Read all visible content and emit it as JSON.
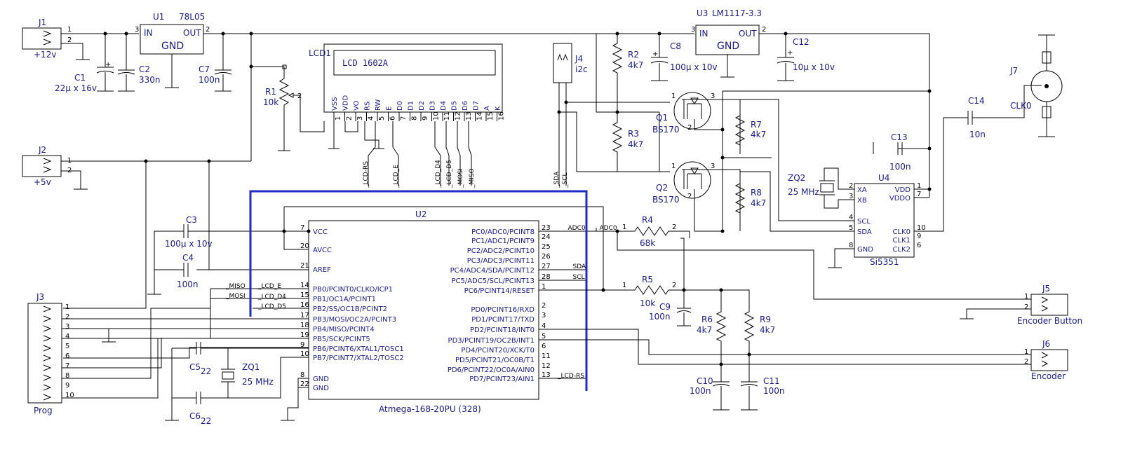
{
  "components": {
    "J1": {
      "ref": "J1",
      "label": "+12v"
    },
    "J2": {
      "ref": "J2",
      "label": "+5v"
    },
    "J3": {
      "ref": "J3",
      "label": "Prog"
    },
    "J4": {
      "ref": "J4",
      "label": "i2c"
    },
    "J5": {
      "ref": "J5",
      "label": "Encoder Button"
    },
    "J6": {
      "ref": "J6",
      "label": "Encoder"
    },
    "J7": {
      "ref": "J7",
      "label": "CLK0"
    },
    "U1": {
      "ref": "U1",
      "value": "78L05",
      "in": "IN",
      "out": "OUT",
      "gnd": "GND"
    },
    "U3": {
      "ref": "U3",
      "value": "LM1117-3.3",
      "in": "IN",
      "out": "OUT",
      "gnd": "GND"
    },
    "LCD1": {
      "ref": "LCD1",
      "text": "LCD 1602A",
      "pins": [
        "VSS",
        "VDD",
        "VO",
        "RS",
        "RW",
        "E",
        "D0",
        "D1",
        "D2",
        "D3",
        "D4",
        "D5",
        "D6",
        "D7",
        "A",
        "K"
      ]
    },
    "U2": {
      "ref": "U2",
      "value": "Atmega-168-20PU (328)",
      "left_pins": [
        {
          "n": "7",
          "name": "VCC"
        },
        {
          "n": "20",
          "name": "AVCC"
        },
        {
          "n": "21",
          "name": "AREF"
        },
        {
          "n": "14",
          "name": "PB0/PCINT0/CLKO/ICP1"
        },
        {
          "n": "15",
          "name": "PB1/OC1A/PCINT1"
        },
        {
          "n": "16",
          "name": "PB2/SS/OC1B/PCINT2"
        },
        {
          "n": "17",
          "name": "PB3/MOSI/OC2A/PCINT3"
        },
        {
          "n": "18",
          "name": "PB4/MISO/PCINT4"
        },
        {
          "n": "19",
          "name": "PB5/SCK/PCINT5"
        },
        {
          "n": "9",
          "name": "PB6/PCINT6/XTAL1/TOSC1"
        },
        {
          "n": "10",
          "name": "PB7/PCINT7/XTAL2/TOSC2"
        },
        {
          "n": "8",
          "name": "GND"
        },
        {
          "n": "22",
          "name": "GND"
        }
      ],
      "right_pins": [
        {
          "n": "23",
          "name": "PC0/ADC0/PCINT8"
        },
        {
          "n": "24",
          "name": "PC1/ADC1/PCINT9"
        },
        {
          "n": "25",
          "name": "PC2/ADC2/PCINT10"
        },
        {
          "n": "26",
          "name": "PC3/ADC3/PCINT11"
        },
        {
          "n": "27",
          "name": "PC4/ADC4/SDA/PCINT12"
        },
        {
          "n": "28",
          "name": "PC5/ADC5/SCL/PCINT13"
        },
        {
          "n": "1",
          "name": "PC6/PCINT14/RESET"
        },
        {
          "n": "2",
          "name": "PD0/PCINT16/RXD"
        },
        {
          "n": "3",
          "name": "PD1/PCINT17/TXD"
        },
        {
          "n": "4",
          "name": "PD2/PCINT18/INT0"
        },
        {
          "n": "5",
          "name": "PD3/PCINT19/OC2B/INT1"
        },
        {
          "n": "6",
          "name": "PD4/PCINT20/XCK/T0"
        },
        {
          "n": "11",
          "name": "PD5/PCINT21/OC0B/T1"
        },
        {
          "n": "12",
          "name": "PD6/PCINT22/OC0A/AIN0"
        },
        {
          "n": "13",
          "name": "PD7/PCINT23/AIN1"
        }
      ]
    },
    "U4": {
      "ref": "U4",
      "value": "Si5351",
      "left_pins": [
        {
          "n": "2",
          "name": "XA"
        },
        {
          "n": "3",
          "name": "XB"
        },
        {
          "n": "4",
          "name": "SCL"
        },
        {
          "n": "5",
          "name": "SDA"
        },
        {
          "n": "8",
          "name": "GND"
        }
      ],
      "right_pins": [
        {
          "n": "1",
          "name": "VDD"
        },
        {
          "n": "7",
          "name": "VDDO"
        },
        {
          "n": "10",
          "name": "CLK0"
        },
        {
          "n": "9",
          "name": "CLK1"
        },
        {
          "n": "6",
          "name": "CLK2"
        }
      ]
    },
    "Q1": {
      "ref": "Q1",
      "value": "BS170"
    },
    "Q2": {
      "ref": "Q2",
      "value": "BS170"
    },
    "ZQ1": {
      "ref": "ZQ1",
      "value": "25 MHz"
    },
    "ZQ2": {
      "ref": "ZQ2",
      "value": "25 MHz"
    },
    "C1": {
      "ref": "C1",
      "value": "22µ x 16v"
    },
    "C2": {
      "ref": "C2",
      "value": "330n"
    },
    "C3": {
      "ref": "C3",
      "value": "100µ x 10v"
    },
    "C4": {
      "ref": "C4",
      "value": "100n"
    },
    "C5": {
      "ref": "C5",
      "value": "22"
    },
    "C6": {
      "ref": "C6",
      "value": "22"
    },
    "C7": {
      "ref": "C7",
      "value": "100n"
    },
    "C8": {
      "ref": "C8",
      "value": "100µ x 10v"
    },
    "C9": {
      "ref": "C9",
      "value": "100n"
    },
    "C10": {
      "ref": "C10",
      "value": "100n"
    },
    "C11": {
      "ref": "C11",
      "value": "100n"
    },
    "C12": {
      "ref": "C12",
      "value": "10µ x 10v"
    },
    "C13": {
      "ref": "C13",
      "value": "100n"
    },
    "C14": {
      "ref": "C14",
      "value": "10n"
    },
    "R1": {
      "ref": "R1",
      "value": "10k"
    },
    "R2": {
      "ref": "R2",
      "value": "4k7"
    },
    "R3": {
      "ref": "R3",
      "value": "4k7"
    },
    "R4": {
      "ref": "R4",
      "value": "68k"
    },
    "R5": {
      "ref": "R5",
      "value": "10k"
    },
    "R6": {
      "ref": "R6",
      "value": "4k7"
    },
    "R7": {
      "ref": "R7",
      "value": "4k7"
    },
    "R8": {
      "ref": "R8",
      "value": "4k7"
    },
    "R9": {
      "ref": "R9",
      "value": "4k7"
    }
  },
  "nets": {
    "lcd_rs": "_LCD-RS",
    "lcd_e": "_LCD_E",
    "lcd_d4": "_LCD_D4",
    "lcd_d5": "_LCD_D5",
    "mosi": "_MOSI",
    "miso": "_MISO",
    "sda": "_SDA",
    "scl": "_SCL",
    "adc0": "_ADC0",
    "lcd_e_w": "_LCD_E",
    "lcd_d4_w": "_LCD_D4",
    "lcd_d5_w": "_LCD_D5",
    "miso_w": "_MISO",
    "mosi_w": "_MOSI",
    "sda_w": "_SDA",
    "scl_w": "_SCL",
    "adc0_w": "_ADC0",
    "adc0_w2": "_ADC0",
    "lcd_rs_w": "_LCD-RS"
  },
  "colors": {
    "wire": "#000000",
    "text": "#1a1a80",
    "bus": "#1f28c9"
  }
}
